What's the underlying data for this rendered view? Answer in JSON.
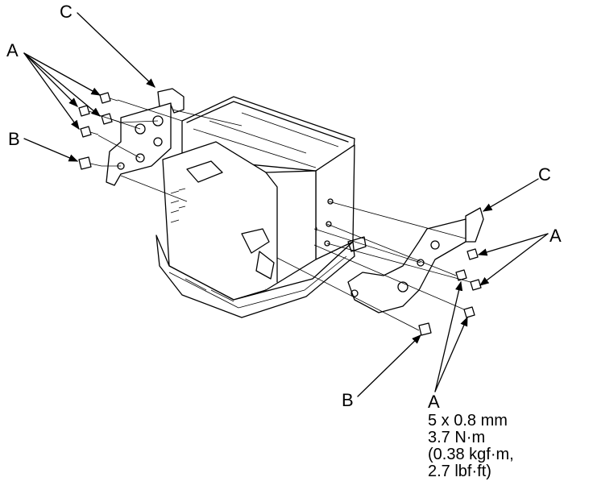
{
  "labels": {
    "c_top_left": "C",
    "a_top_left": "A",
    "b_left": "B",
    "c_right": "C",
    "a_right": "A",
    "b_bottom": "B",
    "a_bottom": "A"
  },
  "spec": {
    "line1": "5 x 0.8 mm",
    "line2": "3.7 N·m",
    "line3": "(0.38 kgf·m,",
    "line4": "2.7 lbf·ft)"
  }
}
